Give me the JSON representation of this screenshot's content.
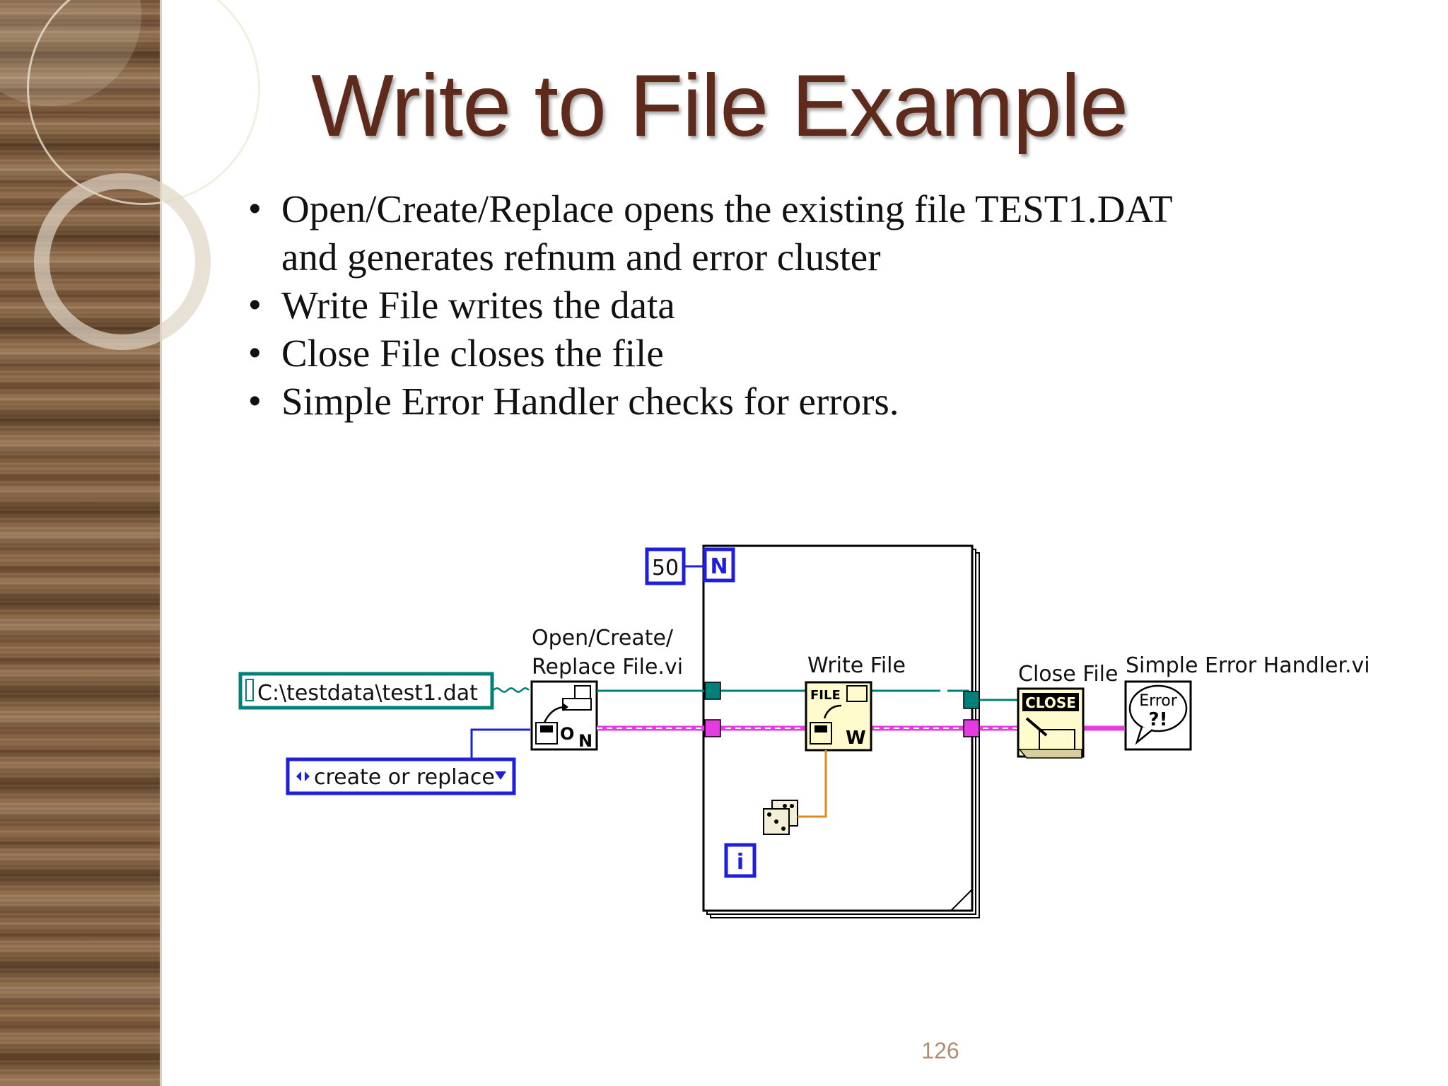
{
  "slide": {
    "title": "Write to File Example",
    "bullets": [
      {
        "lines": [
          "Open/Create/Replace opens the existing file TEST1.DAT",
          "and generates refnum and error cluster"
        ]
      },
      {
        "lines": [
          "Write File writes the data"
        ]
      },
      {
        "lines": [
          "Close File closes the file"
        ]
      },
      {
        "lines": [
          "Simple Error Handler checks for errors."
        ]
      }
    ],
    "page_number": "126"
  },
  "diagram": {
    "path_constant": "C:\\testdata\\test1.dat",
    "mode_ring": "create or replace",
    "loop_count": "50",
    "count_terminal": "N",
    "iteration_terminal": "i",
    "open_label_line1": "Open/Create/",
    "open_label_line2": "Replace File.vi",
    "write_label": "Write File",
    "close_label": "Close File",
    "error_label": "Simple Error Handler.vi",
    "open_icon_text_o": "O",
    "open_icon_text_n": "N",
    "write_icon_text": "FILE",
    "write_icon_text_w": "W",
    "close_icon_text": "CLOSE",
    "error_icon_text": "Error",
    "error_icon_mark": "?!",
    "colors": {
      "refnum_wire": "#00807a",
      "error_wire": "#e43ce0",
      "enum_wire": "#1e1edc",
      "numeric_wire": "#e08a1e",
      "title": "#5e2a1c"
    }
  }
}
